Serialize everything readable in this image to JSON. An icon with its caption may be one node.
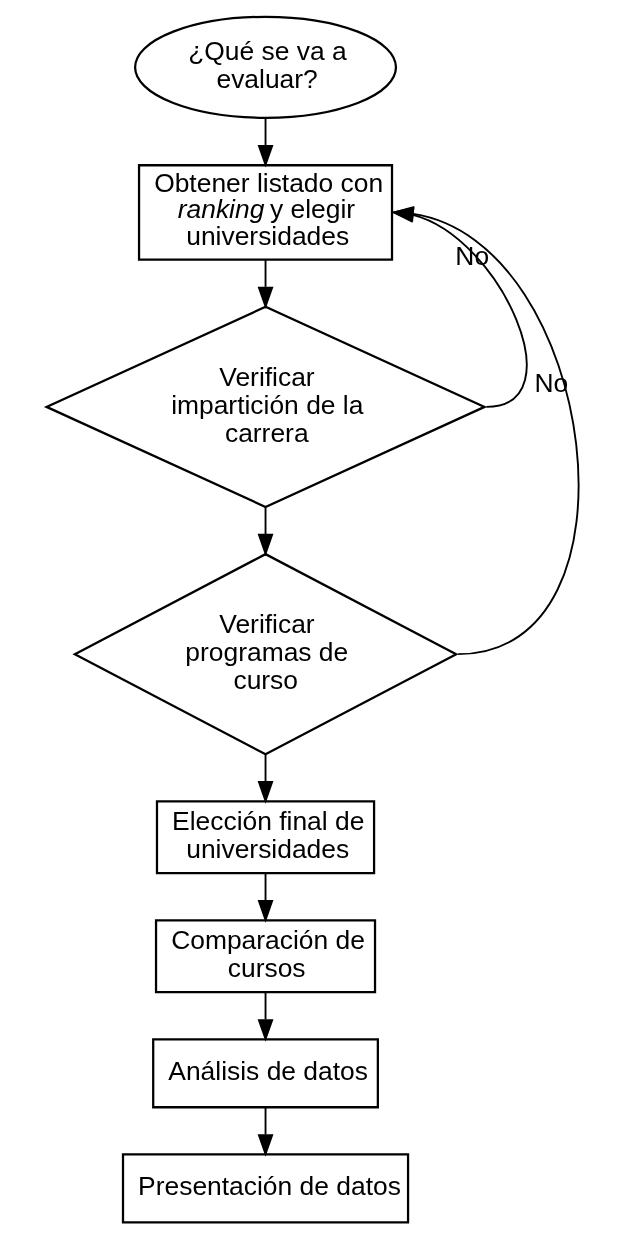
{
  "diagram": {
    "nodes": [
      {
        "text": [
          "¿Qué se va a evaluar?"
        ]
      },
      {
        "text": [
          "Obtener listado con *ranking* y elegir universidades"
        ]
      },
      {
        "text": [
          "Verificar impartición de la carrera"
        ]
      },
      {
        "text": [
          "Verificar programas de curso"
        ]
      },
      {
        "text": [
          "Elección final de universidades"
        ]
      },
      {
        "text": [
          "Comparación de cursos"
        ]
      },
      {
        "text": [
          "Análisis de datos"
        ]
      },
      {
        "text": [
          "Presentación de datos"
        ]
      }
    ],
    "edges": [
      {
        "from": 0,
        "to": 1,
        "arrow": "to"
      },
      {
        "from": 1,
        "to": 2,
        "arrow": "to"
      },
      {
        "from": 2,
        "to": 1,
        "arrow": "to",
        "label": "No"
      },
      {
        "from": 2,
        "to": 3,
        "arrow": "to"
      },
      {
        "from": 3,
        "to": 1,
        "arrow": "to",
        "label": "No"
      },
      {
        "from": 3,
        "to": 4,
        "arrow": "to"
      },
      {
        "from": 4,
        "to": 5,
        "arrow": "to"
      },
      {
        "from": 5,
        "to": 6,
        "arrow": "to"
      },
      {
        "from": 6,
        "to": 7,
        "arrow": "to"
      }
    ]
  }
}
